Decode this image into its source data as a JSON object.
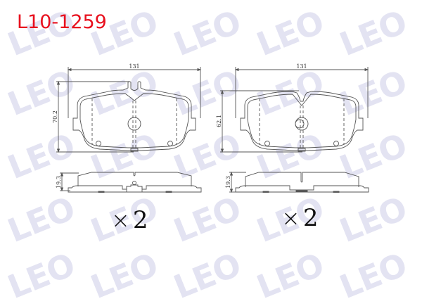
{
  "title": "L10-1259",
  "watermark": {
    "text": "LEO",
    "color": "#e3e3f2"
  },
  "colors": {
    "title": "#e8101e",
    "line": "#555555",
    "background": "#ffffff"
  },
  "left_pad": {
    "width_dim": "131",
    "height_dim": "70.2",
    "thickness_dim": "19.3",
    "quantity_symbol": "×",
    "quantity": "2"
  },
  "right_pad": {
    "width_dim": "131",
    "height_dim": "62.1",
    "thickness_dim": "19.3",
    "quantity_symbol": "×",
    "quantity": "2"
  }
}
